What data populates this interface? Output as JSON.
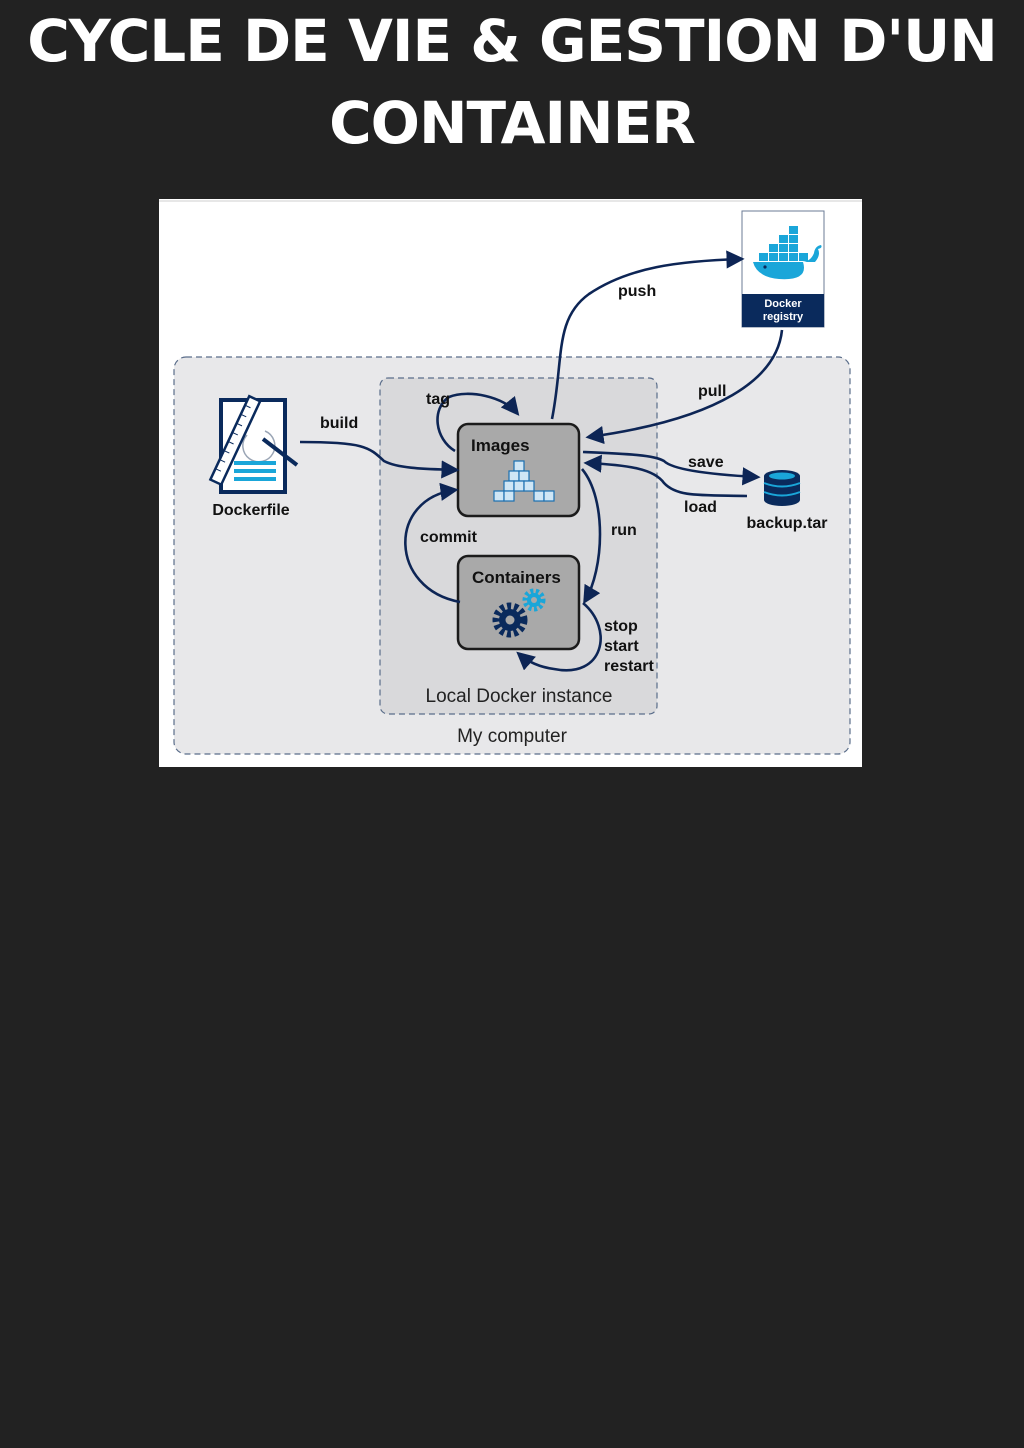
{
  "title": {
    "line1": "CYCLE DE VIE & GESTION D'UN",
    "line2": "CONTAINER"
  },
  "diagram": {
    "regions": {
      "my_computer": "My computer",
      "local_docker": "Local Docker instance"
    },
    "nodes": {
      "dockerfile": "Dockerfile",
      "images": "Images",
      "containers": "Containers",
      "registry_line1": "Docker",
      "registry_line2": "registry",
      "backup": "backup.tar"
    },
    "edges": {
      "build": "build",
      "tag": "tag",
      "push": "push",
      "pull": "pull",
      "save": "save",
      "load": "load",
      "run": "run",
      "commit": "commit",
      "stop": "stop",
      "start": "start",
      "restart": "restart"
    },
    "icons": [
      "document-ruler-icon",
      "cubes-icon",
      "gears-icon",
      "docker-whale-icon",
      "database-icon"
    ],
    "colors": {
      "arrow": "#0d2555",
      "accent": "#1aa6d9",
      "navy": "#0a2a5c",
      "box_fill": "#a9a9a9",
      "region_fill": "#e8e8ea",
      "inner_region_fill": "#d9d9db"
    }
  }
}
